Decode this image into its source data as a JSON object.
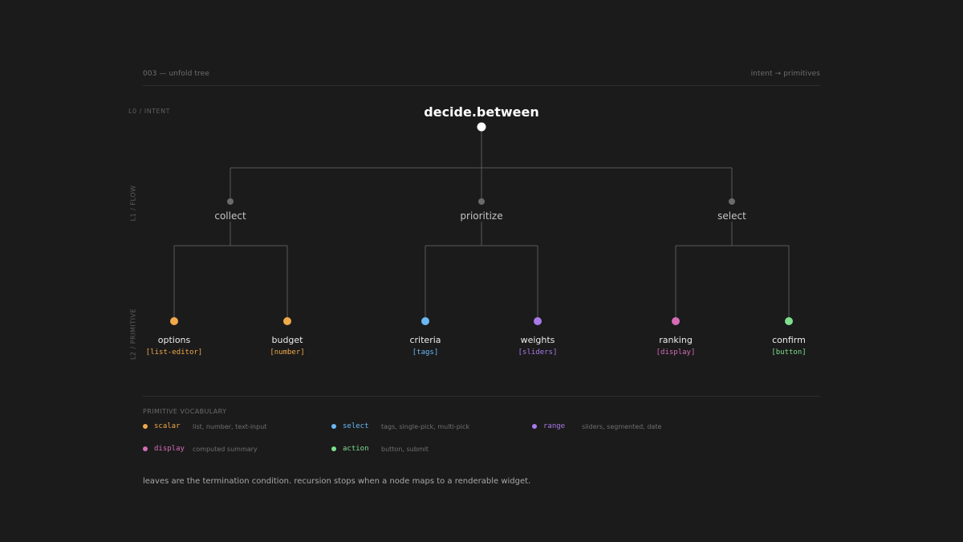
{
  "header": {
    "left": "003 — unfold tree",
    "right": "intent → primitives"
  },
  "levels": {
    "l0": "L0 / INTENT",
    "l1": "L1 / FLOW",
    "l2": "L2 / PRIMITIVE"
  },
  "tree": {
    "root": {
      "label": "decide.between",
      "color": "#ffffff"
    },
    "flows": [
      {
        "label": "collect",
        "color": "#6b6b6b"
      },
      {
        "label": "prioritize",
        "color": "#6b6b6b"
      },
      {
        "label": "select",
        "color": "#6b6b6b"
      }
    ],
    "leaves": [
      {
        "label": "options",
        "type": "[list-editor]",
        "color": "#f0a94b"
      },
      {
        "label": "budget",
        "type": "[number]",
        "color": "#f0a94b"
      },
      {
        "label": "criteria",
        "type": "[tags]",
        "color": "#6ab8f5"
      },
      {
        "label": "weights",
        "type": "[sliders]",
        "color": "#a97ae8"
      },
      {
        "label": "ranking",
        "type": "[display]",
        "color": "#d66cb6"
      },
      {
        "label": "confirm",
        "type": "[button]",
        "color": "#7fdf8f"
      }
    ]
  },
  "vocabulary": {
    "title": "PRIMITIVE VOCABULARY",
    "items": [
      {
        "name": "scalar",
        "desc": "list, number, text-input",
        "color": "#f0a94b"
      },
      {
        "name": "select",
        "desc": "tags, single-pick, multi-pick",
        "color": "#6ab8f5"
      },
      {
        "name": "range",
        "desc": "sliders, segmented, date",
        "color": "#a97ae8"
      },
      {
        "name": "display",
        "desc": "computed summary",
        "color": "#d66cb6"
      },
      {
        "name": "action",
        "desc": "button, submit",
        "color": "#7fdf8f"
      }
    ]
  },
  "footnote": "leaves are the termination condition. recursion stops when a node maps to a renderable widget.",
  "colors": {
    "background": "#1b1b1b",
    "edge": "#5a5a5a"
  }
}
